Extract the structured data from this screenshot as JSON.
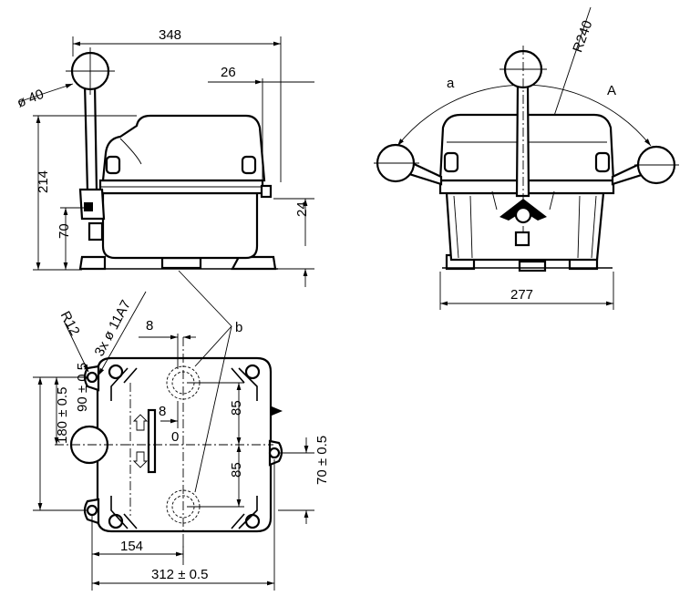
{
  "dims": {
    "top_width": "348",
    "knob_dia": "ø 40",
    "offset_26": "26",
    "height_214": "214",
    "height_70": "70",
    "height_24": "24",
    "radius_240": "R240",
    "swing_a": "a",
    "swing_A": "A",
    "width_277": "277",
    "r12": "R12",
    "holes": "3x ø 11A7",
    "d8_top": "8",
    "d8_mid": "8",
    "label_b": "b",
    "zero": "0",
    "d85_top": "85",
    "d85_bot": "85",
    "h180": "180 ± 0.5",
    "h90": "90 ± 0.5",
    "h70": "70 ± 0.5",
    "w154": "154",
    "w312": "312 ± 0.5"
  }
}
